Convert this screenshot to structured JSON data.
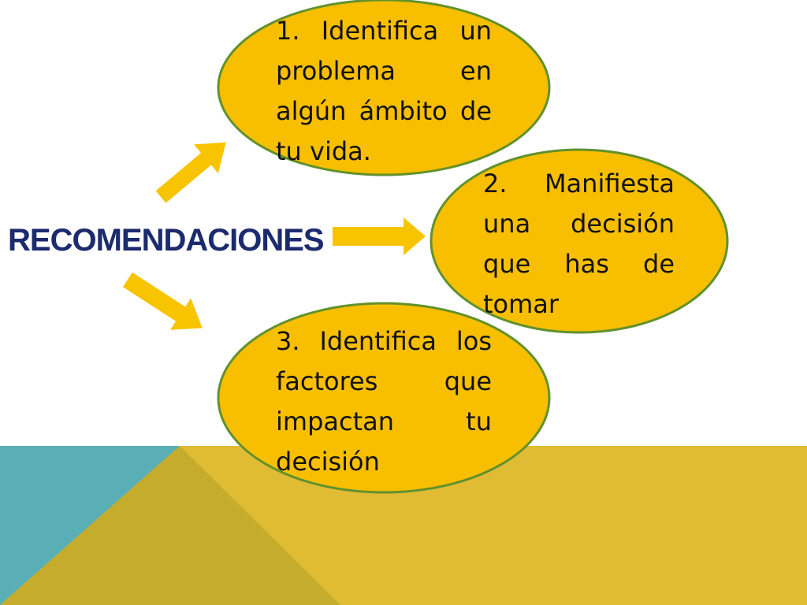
{
  "slide": {
    "title": "RECOMENDACIONES",
    "colors": {
      "title": "#1c2a6e",
      "bubble_fill": "#f8bf00",
      "bubble_stroke": "#62912c",
      "arrow": "#f8c400",
      "teal": "#5aaeb6",
      "olive": "#c6ac2c",
      "mustard": "#e0bb34"
    }
  },
  "steps": [
    {
      "text": "1. Identifica un problema en algún ámbito de tu vida."
    },
    {
      "text": "2. Manifiesta una decisión que has de tomar"
    },
    {
      "text": "3. Identifica los factores que impactan tu decisión"
    }
  ]
}
